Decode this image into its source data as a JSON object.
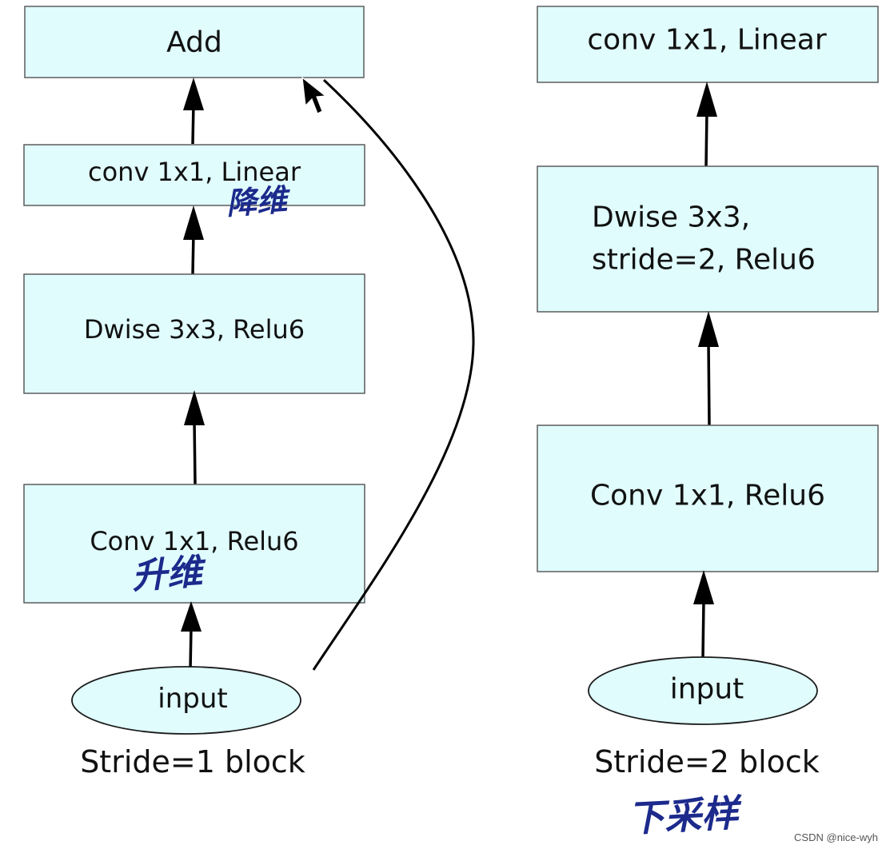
{
  "stride1_block": {
    "add": "Add",
    "conv_linear": "conv 1x1, Linear",
    "conv_linear_note": "降维",
    "dwise": "Dwise 3x3, Relu6",
    "conv_relu": "Conv 1x1, Relu6",
    "conv_relu_note": "升维",
    "input": "input",
    "caption": "Stride=1 block"
  },
  "stride2_block": {
    "conv_linear": "conv 1x1, Linear",
    "dwise_line1": "Dwise 3x3,",
    "dwise_line2": "stride=2, Relu6",
    "conv_relu": "Conv 1x1, Relu6",
    "input": "input",
    "caption": "Stride=2 block",
    "caption_note": "下采样"
  },
  "watermark": "CSDN @nice-wyh"
}
